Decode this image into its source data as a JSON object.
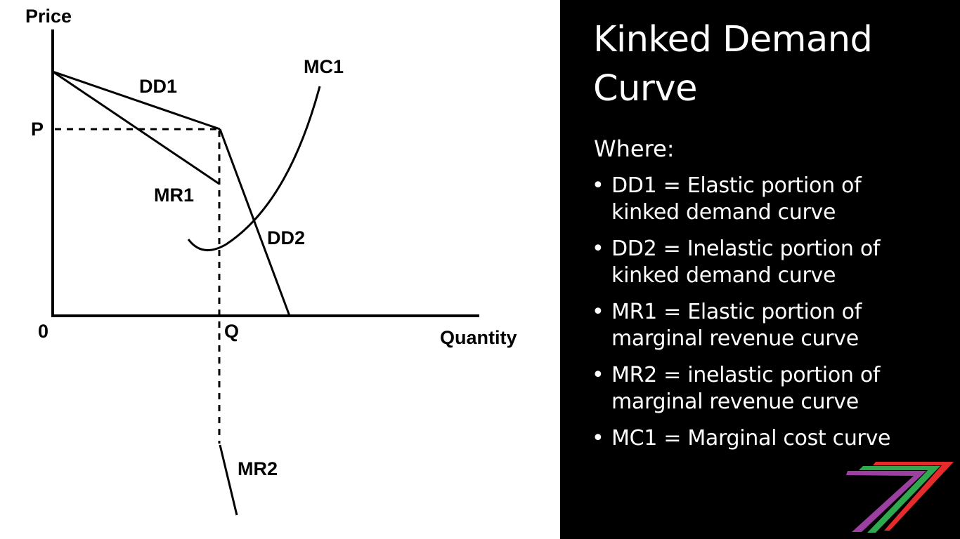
{
  "diagram": {
    "axis_y_label": "Price",
    "axis_x_label": "Quantity",
    "origin_label": "0",
    "price_label": "P",
    "quantity_label": "Q",
    "curve_labels": {
      "dd1": "DD1",
      "dd2": "DD2",
      "mr1": "MR1",
      "mr2": "MR2",
      "mc1": "MC1"
    }
  },
  "panel": {
    "title": "Kinked Demand Curve",
    "where_label": "Where:",
    "bullets": [
      {
        "text": "DD1 = Elastic portion of kinked demand curve"
      },
      {
        "text": "DD2 = Inelastic portion of kinked demand curve"
      },
      {
        "text": "MR1 = Elastic portion of marginal revenue curve"
      },
      {
        "text": "MR2 = inelastic portion of marginal revenue curve"
      },
      {
        "text": "MC1 = Marginal cost curve"
      }
    ],
    "bullet_glyph": "•",
    "background_color": "#000000",
    "text_color": "#ffffff"
  },
  "logo": {
    "icon": "stripe-seven-logo",
    "colors": [
      "#9b3fa0",
      "#2fa84f",
      "#e52b2b"
    ]
  }
}
